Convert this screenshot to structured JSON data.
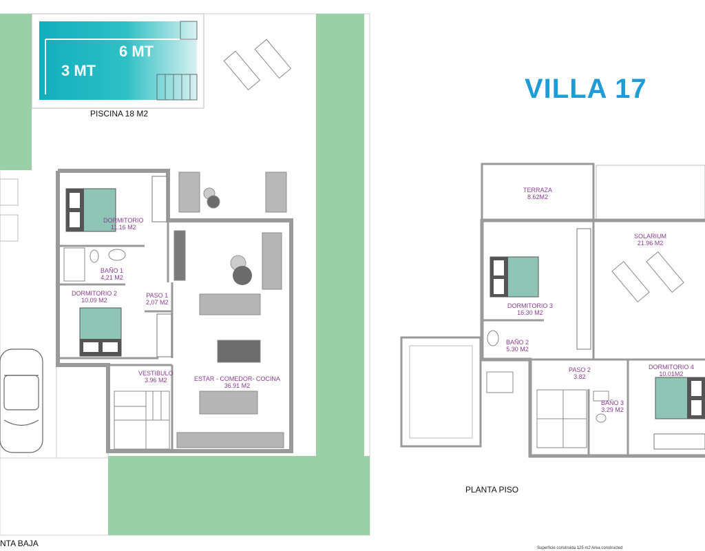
{
  "title": "VILLA 17",
  "ground_floor": {
    "caption": "NTA BAJA",
    "pool": {
      "caption": "PISCINA 18 M2",
      "length_label": "6 MT",
      "width_label": "3 MT"
    },
    "rooms": [
      {
        "name": "DORMITORIO",
        "area": "11.16 M2"
      },
      {
        "name": "BAÑO 1",
        "area": "4,21 M2"
      },
      {
        "name": "DORMITORIO 2",
        "area": "10.09 M2"
      },
      {
        "name": "PASO 1",
        "area": "2,07 M2"
      },
      {
        "name": "VESTIBULO",
        "area": "3.96 M2"
      },
      {
        "name": "ESTAR - COMEDOR- COCINA",
        "area": "36.91 M2"
      }
    ]
  },
  "upper_floor": {
    "caption": "PLANTA PISO",
    "rooms": [
      {
        "name": "TERRAZA",
        "area": "8.62M2"
      },
      {
        "name": "SOLARIUM",
        "area": "21.96 M2"
      },
      {
        "name": "DORMITORIO 3",
        "area": "16.30 M2"
      },
      {
        "name": "BAÑO 2",
        "area": "5.30 M2"
      },
      {
        "name": "PASO 2",
        "area": "3.82"
      },
      {
        "name": "DORMITORIO 4",
        "area": "10.01M2"
      },
      {
        "name": "BAÑO 3",
        "area": "3.29 M2"
      }
    ]
  },
  "footer_note": "Superficie construida   125 m2     Area constructed",
  "colors": {
    "title": "#1f9cd6",
    "garden": "#9bd0a6",
    "room_label": "#8a3c8f",
    "wall": "#9a9a9a"
  }
}
